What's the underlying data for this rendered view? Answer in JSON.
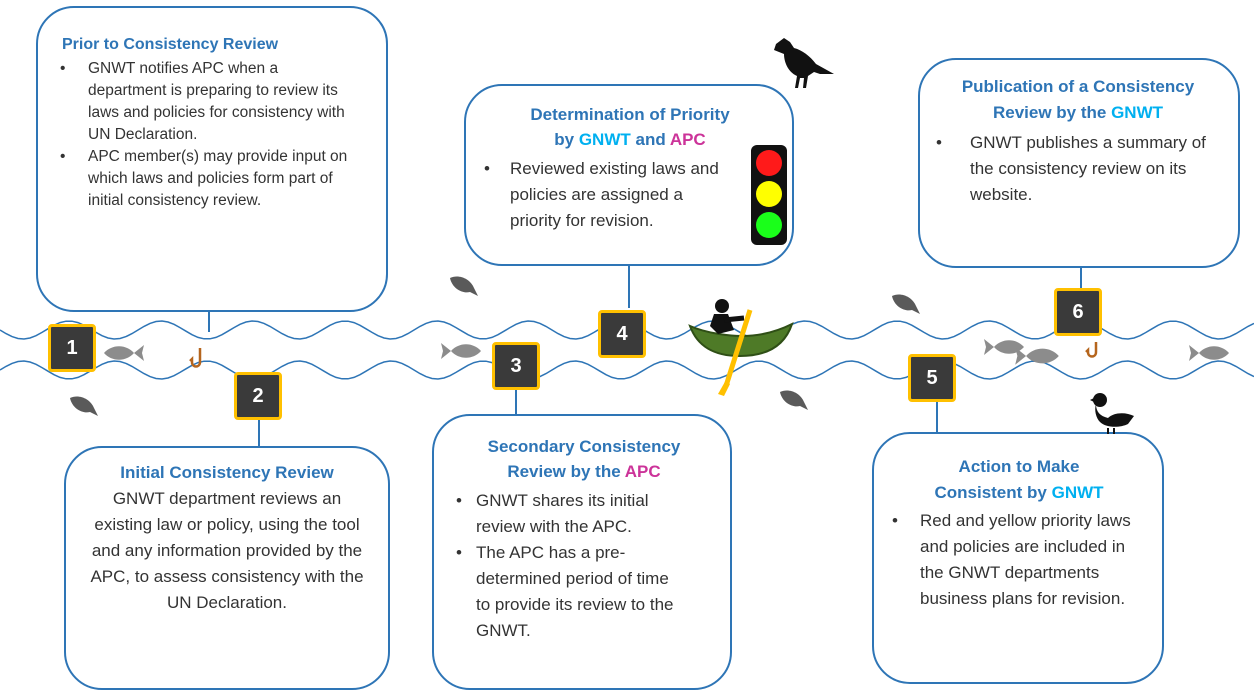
{
  "steps": [
    {
      "number": "1"
    },
    {
      "number": "2"
    },
    {
      "number": "3"
    },
    {
      "number": "4"
    },
    {
      "number": "5"
    },
    {
      "number": "6"
    }
  ],
  "box1": {
    "title": "Prior to Consistency Review",
    "bullets": [
      "GNWT notifies APC when a department is preparing to review its laws and policies for consistency with UN Declaration.",
      "APC member(s) may provide input on which laws and policies form part of initial consistency review."
    ]
  },
  "box2": {
    "title": "Initial Consistency Review",
    "body": "GNWT department reviews an existing law or policy, using the tool and any information provided by the APC, to assess consistency with the UN Declaration."
  },
  "box3": {
    "title_line1": "Secondary Consistency",
    "title_line2_prefix": "Review by the ",
    "title_line2_highlight": "APC",
    "bullets": [
      "GNWT shares its initial review with the APC.",
      "The APC has a pre-determined period of time to provide its review to the GNWT."
    ]
  },
  "box4": {
    "title_line1": "Determination of Priority",
    "title_by": "by ",
    "title_gnwt": "GNWT",
    "title_and": " and ",
    "title_apc": "APC",
    "bullets": [
      "Reviewed existing laws and policies are assigned a priority for revision."
    ]
  },
  "box5": {
    "title_line1": "Action to Make",
    "title_line2_prefix": "Consistent by ",
    "title_line2_highlight": "GNWT",
    "bullets": [
      "Red and yellow priority laws and policies are included in the GNWT departments business plans for revision."
    ]
  },
  "box6": {
    "title_line1": "Publication of a Consistency",
    "title_line2_prefix": "Review by the ",
    "title_line2_highlight": "GNWT",
    "bullets": [
      "GNWT publishes a summary of the consistency review on its website."
    ]
  },
  "colors": {
    "box_border": "#2e75b6",
    "title": "#2e75b6",
    "gnwt_highlight": "#00b0f0",
    "apc_highlight": "#cc3399",
    "step_fill": "#3a3a3a",
    "step_border": "#ffc000",
    "river": "#2e75b6",
    "canoe": "#4e7a27",
    "paddle": "#ffc000",
    "hook": "#b5651d"
  },
  "icons": [
    "fish-icon",
    "hook-icon",
    "raven-icon",
    "duck-icon",
    "canoe-icon",
    "traffic-light-icon"
  ]
}
